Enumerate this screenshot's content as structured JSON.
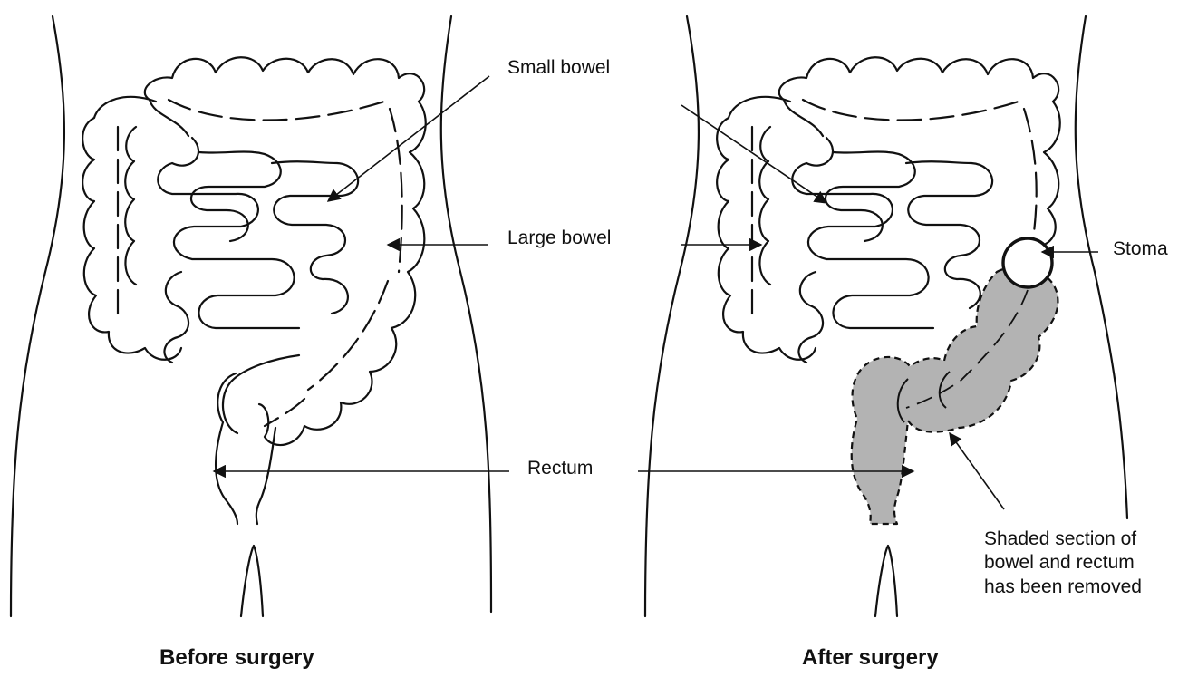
{
  "labels": {
    "small_bowel": "Small bowel",
    "large_bowel": "Large bowel",
    "rectum": "Rectum",
    "stoma": "Stoma",
    "removed_lines": [
      "Shaded section of",
      "bowel and rectum",
      "has been removed"
    ]
  },
  "captions": {
    "before": "Before surgery",
    "after": "After surgery"
  },
  "colors": {
    "line": "#111111",
    "shaded_section": "#b3b3b3",
    "background": "#ffffff"
  }
}
